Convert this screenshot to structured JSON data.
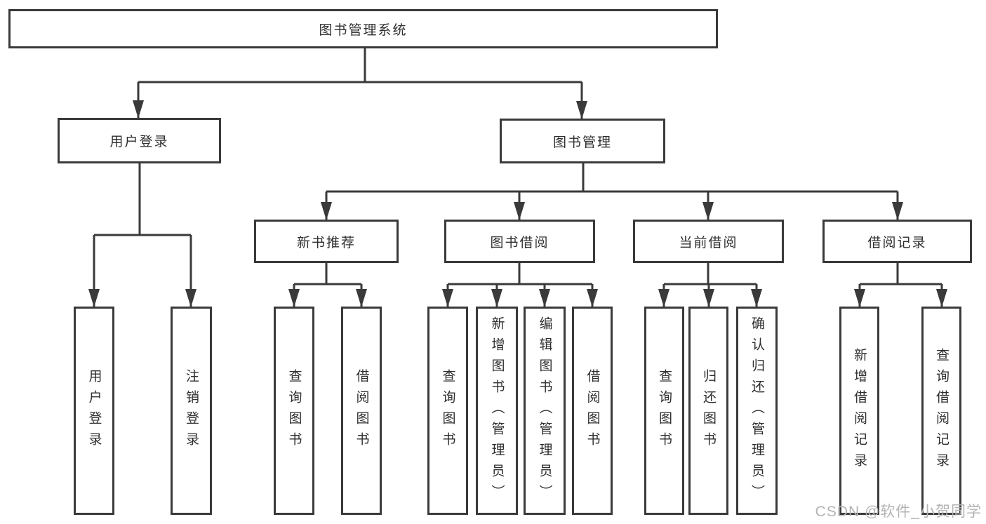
{
  "diagram": {
    "root": {
      "label": "图书管理系统"
    },
    "branches": [
      {
        "label": "用户登录",
        "children": [
          {
            "label": "用户登录"
          },
          {
            "label": "注销登录"
          }
        ]
      },
      {
        "label": "图书管理",
        "children": [
          {
            "label": "新书推荐",
            "children": [
              {
                "label": "查询图书"
              },
              {
                "label": "借阅图书"
              }
            ]
          },
          {
            "label": "图书借阅",
            "children": [
              {
                "label": "查询图书"
              },
              {
                "label": "新增图书（管理员）"
              },
              {
                "label": "编辑图书（管理员）"
              },
              {
                "label": "借阅图书"
              }
            ]
          },
          {
            "label": "当前借阅",
            "children": [
              {
                "label": "查询图书"
              },
              {
                "label": "归还图书"
              },
              {
                "label": "确认归还（管理员）"
              }
            ]
          },
          {
            "label": "借阅记录",
            "children": [
              {
                "label": "新增借阅记录"
              },
              {
                "label": "查询借阅记录"
              }
            ]
          }
        ]
      }
    ]
  },
  "watermark": {
    "text": "CSDN @软件_小贺同学"
  },
  "colors": {
    "line": "#3a3a3a",
    "text": "#2e2e2e",
    "watermark": "#b3b3b3",
    "background": "#ffffff"
  }
}
